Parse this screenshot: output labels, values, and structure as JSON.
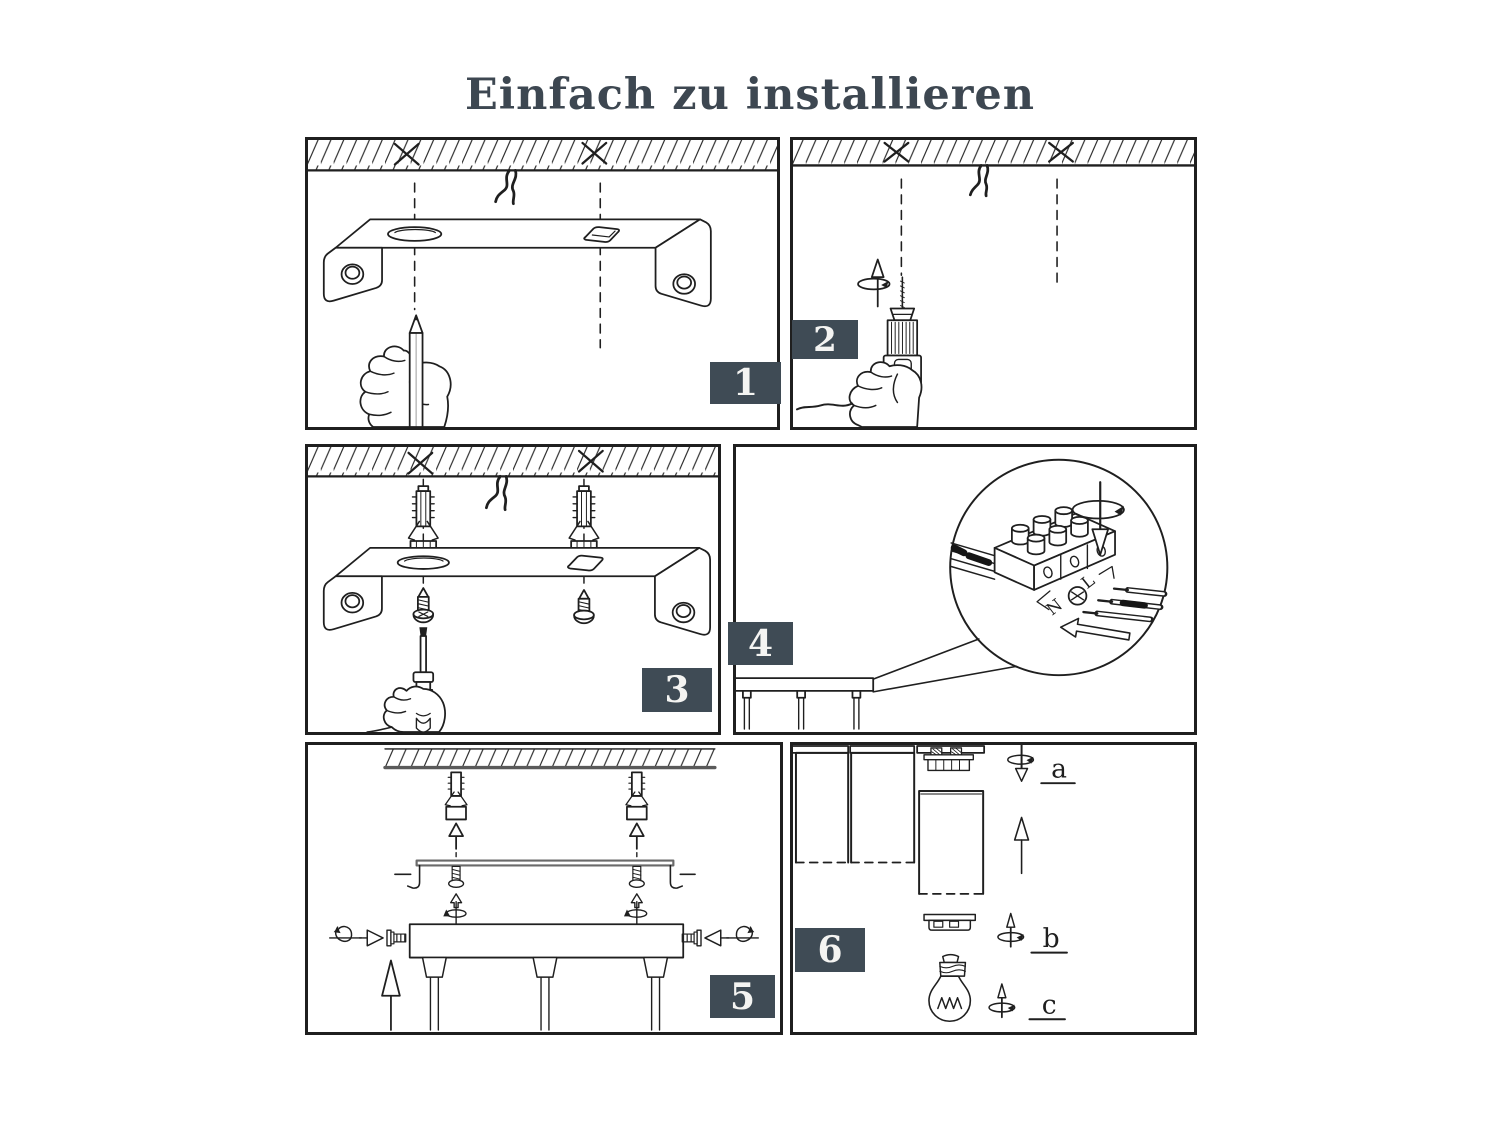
{
  "title": "Einfach zu installieren",
  "steps": [
    "1",
    "2",
    "3",
    "4",
    "5",
    "6"
  ],
  "wiring": {
    "neutral": "N",
    "live": "L"
  },
  "part_labels": [
    "a",
    "b",
    "c"
  ],
  "colors": {
    "line": "#1f1f1f",
    "badge_bg": "#3f4b55",
    "badge_text": "#f4f4f2",
    "title_text": "#3d4751",
    "ceiling_edge_gray": "#5a5a5a"
  }
}
